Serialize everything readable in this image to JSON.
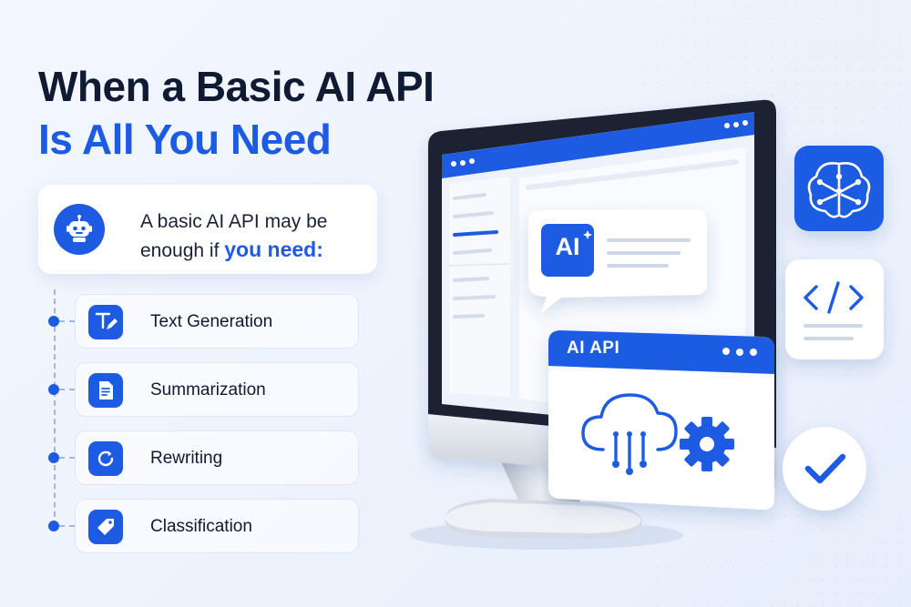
{
  "title": {
    "line1": "When a Basic AI API",
    "line2": "Is All You Need"
  },
  "intro": {
    "text": "A basic AI API may be enough if",
    "highlight": "you need:",
    "icon": "robot-icon"
  },
  "features": [
    {
      "label": "Text Generation",
      "icon": "text-edit-icon"
    },
    {
      "label": "Summarization",
      "icon": "document-icon"
    },
    {
      "label": "Rewriting",
      "icon": "refresh-icon"
    },
    {
      "label": "Classification",
      "icon": "tag-icon"
    }
  ],
  "monitor": {
    "bubble_badge": "AI"
  },
  "api_window": {
    "title": "AI API",
    "icons": [
      "cloud-circuit-icon",
      "gear-icon"
    ]
  },
  "side_cards": [
    "brain-icon",
    "code-icon",
    "checkmark-icon"
  ],
  "colors": {
    "accent": "#1d5be3",
    "heading": "#101a33",
    "background": "#eef3fd"
  }
}
